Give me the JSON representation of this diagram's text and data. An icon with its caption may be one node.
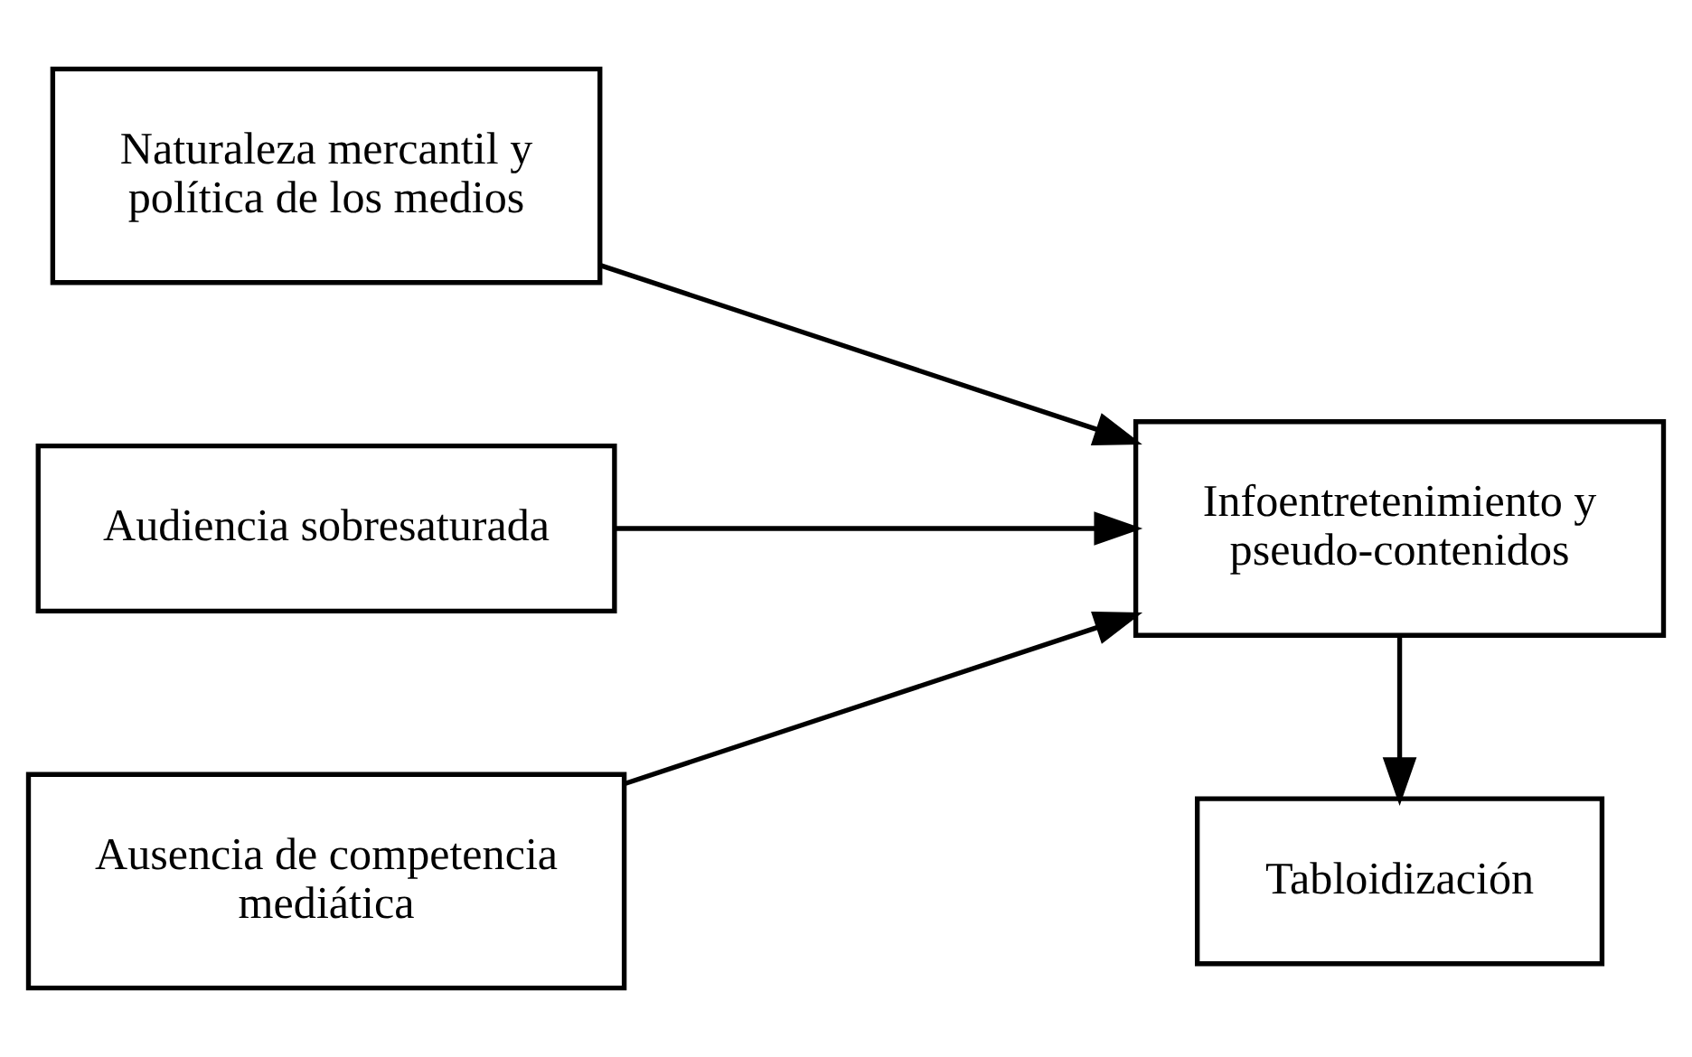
{
  "diagram": {
    "nodes": [
      {
        "text": [
          "Naturaleza mercantil y política de los medios"
        ]
      },
      {
        "text": [
          "Audiencia sobresaturada"
        ]
      },
      {
        "text": [
          "Ausencia de competencia mediática"
        ]
      },
      {
        "text": [
          "Infoentretenimiento y pseudo-contenidos"
        ]
      },
      {
        "text": [
          "Tabloidización"
        ]
      }
    ],
    "edges": [
      {
        "from": 0,
        "to": 3,
        "arrow": "to"
      },
      {
        "from": 1,
        "to": 3,
        "arrow": "to"
      },
      {
        "from": 2,
        "to": 3,
        "arrow": "to"
      },
      {
        "from": 3,
        "to": 4,
        "arrow": "to"
      }
    ]
  }
}
